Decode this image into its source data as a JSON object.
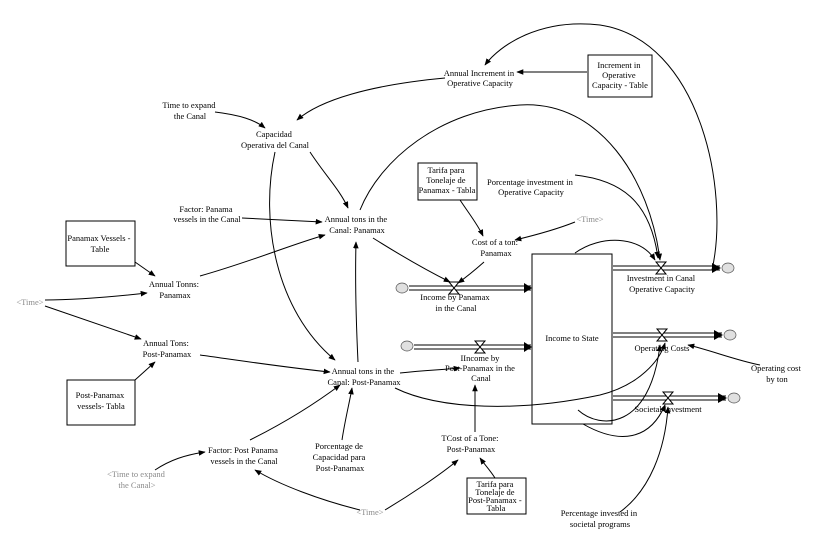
{
  "labels": {
    "annual_increment": [
      "Annual Increment in",
      "Operative Capacity"
    ],
    "increment_table": [
      "Increment in",
      "Operative",
      "Capacity - Table"
    ],
    "time_to_expand": [
      "Time to expand",
      "the Canal"
    ],
    "capacidad": [
      "Capacidad",
      "Operativa del Canal"
    ],
    "tarifa_panamax": [
      "Tarifa para",
      "Tonelaje de",
      "Panamax - Tabla"
    ],
    "percentage_investment": [
      "Porcentage investment in",
      "Operative Capacity"
    ],
    "time_shadow_top": "<Time>",
    "factor_panama": [
      "Factor: Panama",
      "vessels in the Canal"
    ],
    "annual_tons_panamax": [
      "Annual tons in the",
      "Canal: Panamax"
    ],
    "cost_ton_panamax": [
      "Cost of a ton:",
      "Panamax"
    ],
    "panamax_vessels_table": [
      "Panamax Vessels -",
      "Table"
    ],
    "annual_tonns_panamax": [
      "Annual Tonns:",
      "Panamax"
    ],
    "income_panamax": [
      "Income by Panamax",
      "in the Canal"
    ],
    "time_shadow_left": "<Time>",
    "income_to_state": "Income to State",
    "investment_canal": [
      "Investment in Canal",
      "Operative Capacity"
    ],
    "annual_tons_post": [
      "Annual Tons:",
      "Post-Panamax"
    ],
    "income_post": [
      "IIncome by",
      "Post-Panamax in the",
      "Canal"
    ],
    "operating_costs": "Operating Costs",
    "operating_cost_by_ton": [
      "Operating cost",
      "by ton"
    ],
    "annual_tons_canal_post": [
      "Annual tons in the",
      "Canal: Post-Panamax"
    ],
    "post_panamax_table": [
      "Post-Panamax",
      "vessels- Tabla"
    ],
    "societal_investment": "Societal Investment",
    "factor_post": [
      "Factor: Post Panama",
      "vessels in the Canal"
    ],
    "porcentage_capacidad": [
      "Porcentage de",
      "Capacidad para",
      "Post-Panamax"
    ],
    "tcost_post": [
      "TCost of a Tone:",
      "Post-Panamax"
    ],
    "time_expand_shadow": [
      "<Time to expand",
      "the Canal>"
    ],
    "tarifa_post": [
      "Tarifa para",
      "Tonelaje de",
      "Post-Panamax -",
      "Tabla"
    ],
    "time_shadow_bottom": "<Time>",
    "percentage_societal": [
      "Percentage invested in",
      "societal programs"
    ]
  }
}
